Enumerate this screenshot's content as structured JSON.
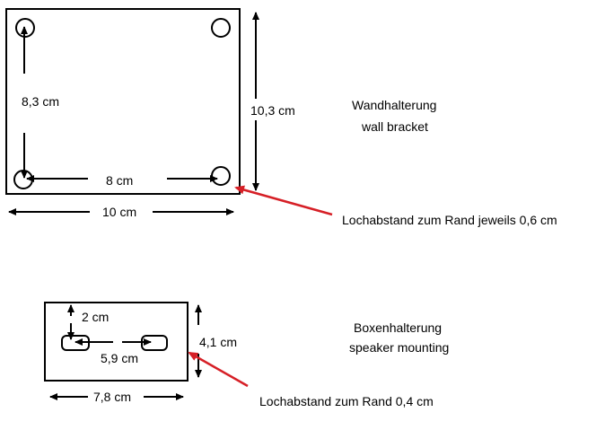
{
  "colors": {
    "line": "#000000",
    "accent_arrow": "#d61f26",
    "background": "#ffffff"
  },
  "wall_bracket": {
    "title_de": "Wandhalterung",
    "title_en": "wall bracket",
    "vertical_hole_distance": "8,3 cm",
    "horizontal_hole_distance": "8 cm",
    "height": "10,3 cm",
    "width": "10 cm",
    "edge_note": "Lochabstand zum Rand jeweils 0,6 cm"
  },
  "speaker_mount": {
    "title_de": "Boxenhalterung",
    "title_en": "speaker mounting",
    "vertical_offset": "2 cm",
    "hole_distance": "5,9 cm",
    "height": "4,1 cm",
    "width": "7,8 cm",
    "edge_note": "Lochabstand zum Rand 0,4 cm"
  }
}
